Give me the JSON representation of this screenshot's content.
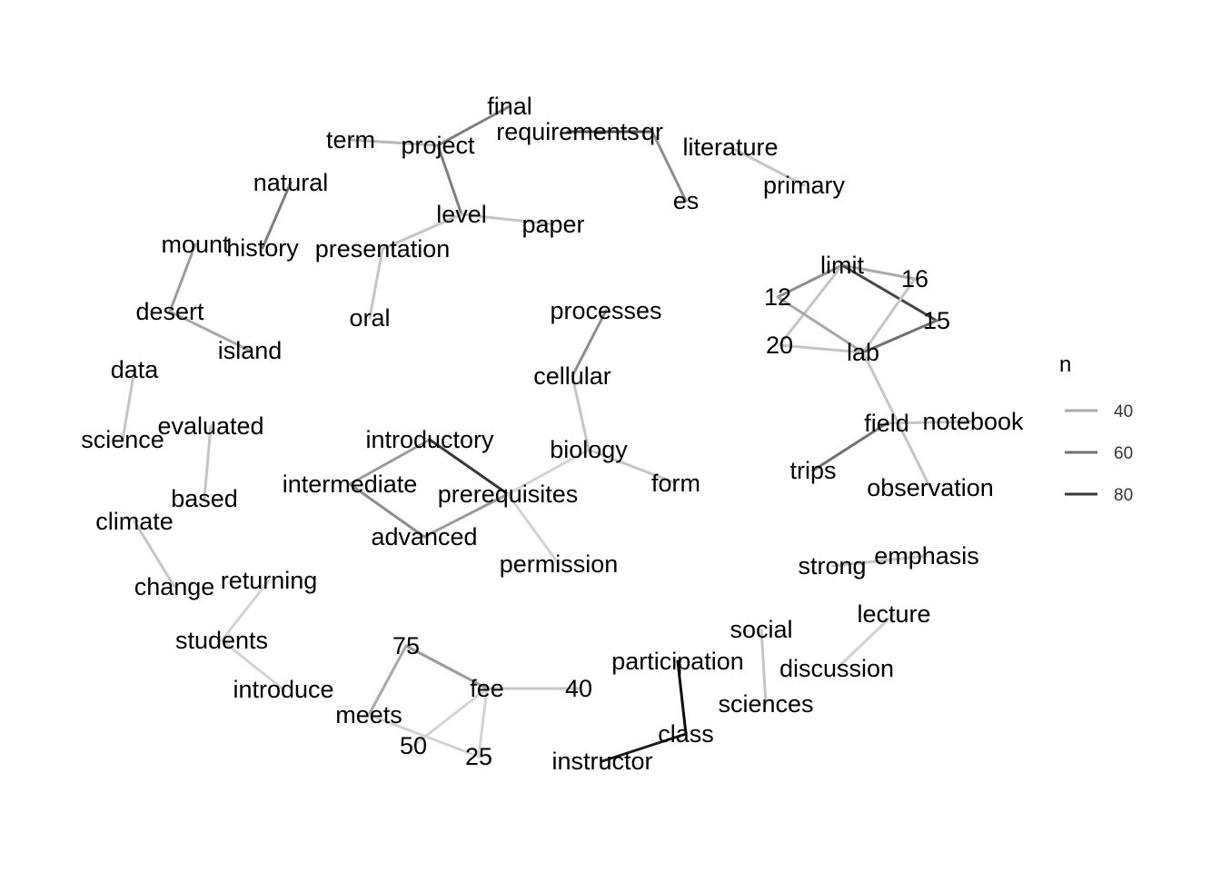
{
  "legend": {
    "title": "n",
    "items": [
      {
        "label": "40",
        "value": 40
      },
      {
        "label": "60",
        "value": 60
      },
      {
        "label": "80",
        "value": 80
      }
    ]
  },
  "colors": {
    "edge_light": "#d9d9d9",
    "edge_dark": "#000000",
    "text": "#000000",
    "background": "#ffffff"
  },
  "nodes": [
    {
      "id": "final",
      "label": "final"
    },
    {
      "id": "requirements",
      "label": "requirements"
    },
    {
      "id": "qr",
      "label": "qr"
    },
    {
      "id": "term",
      "label": "term"
    },
    {
      "id": "project",
      "label": "project"
    },
    {
      "id": "literature",
      "label": "literature"
    },
    {
      "id": "primary",
      "label": "primary"
    },
    {
      "id": "natural",
      "label": "natural"
    },
    {
      "id": "es",
      "label": "es"
    },
    {
      "id": "level",
      "label": "level"
    },
    {
      "id": "paper",
      "label": "paper"
    },
    {
      "id": "mount",
      "label": "mount"
    },
    {
      "id": "history",
      "label": "history"
    },
    {
      "id": "presentation",
      "label": "presentation"
    },
    {
      "id": "limit",
      "label": "limit"
    },
    {
      "id": "n16",
      "label": "16"
    },
    {
      "id": "n12",
      "label": "12"
    },
    {
      "id": "desert",
      "label": "desert"
    },
    {
      "id": "oral",
      "label": "oral"
    },
    {
      "id": "processes",
      "label": "processes"
    },
    {
      "id": "n15",
      "label": "15"
    },
    {
      "id": "n20",
      "label": "20"
    },
    {
      "id": "lab",
      "label": "lab"
    },
    {
      "id": "island",
      "label": "island"
    },
    {
      "id": "data",
      "label": "data"
    },
    {
      "id": "cellular",
      "label": "cellular"
    },
    {
      "id": "field",
      "label": "field"
    },
    {
      "id": "notebook",
      "label": "notebook"
    },
    {
      "id": "evaluated",
      "label": "evaluated"
    },
    {
      "id": "science",
      "label": "science"
    },
    {
      "id": "introductory",
      "label": "introductory"
    },
    {
      "id": "biology",
      "label": "biology"
    },
    {
      "id": "trips",
      "label": "trips"
    },
    {
      "id": "intermediate",
      "label": "intermediate"
    },
    {
      "id": "form",
      "label": "form"
    },
    {
      "id": "observation",
      "label": "observation"
    },
    {
      "id": "prerequisites",
      "label": "prerequisites"
    },
    {
      "id": "based",
      "label": "based"
    },
    {
      "id": "climate",
      "label": "climate"
    },
    {
      "id": "advanced",
      "label": "advanced"
    },
    {
      "id": "emphasis",
      "label": "emphasis"
    },
    {
      "id": "permission",
      "label": "permission"
    },
    {
      "id": "strong",
      "label": "strong"
    },
    {
      "id": "returning",
      "label": "returning"
    },
    {
      "id": "change",
      "label": "change"
    },
    {
      "id": "lecture",
      "label": "lecture"
    },
    {
      "id": "social",
      "label": "social"
    },
    {
      "id": "students",
      "label": "students"
    },
    {
      "id": "n75",
      "label": "75"
    },
    {
      "id": "participation",
      "label": "participation"
    },
    {
      "id": "discussion",
      "label": "discussion"
    },
    {
      "id": "fee",
      "label": "fee"
    },
    {
      "id": "n40",
      "label": "40"
    },
    {
      "id": "introduce",
      "label": "introduce"
    },
    {
      "id": "sciences",
      "label": "sciences"
    },
    {
      "id": "meets",
      "label": "meets"
    },
    {
      "id": "class",
      "label": "class"
    },
    {
      "id": "n50",
      "label": "50"
    },
    {
      "id": "n25",
      "label": "25"
    },
    {
      "id": "instructor",
      "label": "instructor"
    }
  ],
  "edges": [
    {
      "source": "final",
      "target": "project",
      "n": 55
    },
    {
      "source": "term",
      "target": "project",
      "n": 35
    },
    {
      "source": "project",
      "target": "level",
      "n": 55
    },
    {
      "source": "requirements",
      "target": "qr",
      "n": 70
    },
    {
      "source": "qr",
      "target": "es",
      "n": 50
    },
    {
      "source": "literature",
      "target": "primary",
      "n": 30
    },
    {
      "source": "level",
      "target": "paper",
      "n": 30
    },
    {
      "source": "level",
      "target": "presentation",
      "n": 30
    },
    {
      "source": "presentation",
      "target": "oral",
      "n": 30
    },
    {
      "source": "natural",
      "target": "history",
      "n": 55
    },
    {
      "source": "mount",
      "target": "desert",
      "n": 45
    },
    {
      "source": "desert",
      "target": "island",
      "n": 40
    },
    {
      "source": "limit",
      "target": "n12",
      "n": 50
    },
    {
      "source": "limit",
      "target": "n16",
      "n": 40
    },
    {
      "source": "limit",
      "target": "n15",
      "n": 75
    },
    {
      "source": "limit",
      "target": "n20",
      "n": 30
    },
    {
      "source": "n12",
      "target": "lab",
      "n": 40
    },
    {
      "source": "n20",
      "target": "lab",
      "n": 30
    },
    {
      "source": "n16",
      "target": "lab",
      "n": 30
    },
    {
      "source": "n15",
      "target": "lab",
      "n": 60
    },
    {
      "source": "lab",
      "target": "observation",
      "n": 30
    },
    {
      "source": "field",
      "target": "notebook",
      "n": 30
    },
    {
      "source": "field",
      "target": "trips",
      "n": 60
    },
    {
      "source": "processes",
      "target": "cellular",
      "n": 50
    },
    {
      "source": "cellular",
      "target": "biology",
      "n": 30
    },
    {
      "source": "biology",
      "target": "form",
      "n": 30
    },
    {
      "source": "biology",
      "target": "prerequisites",
      "n": 25
    },
    {
      "source": "introductory",
      "target": "intermediate",
      "n": 45
    },
    {
      "source": "introductory",
      "target": "prerequisites",
      "n": 80
    },
    {
      "source": "intermediate",
      "target": "advanced",
      "n": 50
    },
    {
      "source": "advanced",
      "target": "prerequisites",
      "n": 45
    },
    {
      "source": "prerequisites",
      "target": "permission",
      "n": 25
    },
    {
      "source": "data",
      "target": "science",
      "n": 30
    },
    {
      "source": "evaluated",
      "target": "based",
      "n": 30
    },
    {
      "source": "climate",
      "target": "change",
      "n": 30
    },
    {
      "source": "returning",
      "target": "students",
      "n": 25
    },
    {
      "source": "students",
      "target": "introduce",
      "n": 25
    },
    {
      "source": "strong",
      "target": "emphasis",
      "n": 30
    },
    {
      "source": "lecture",
      "target": "discussion",
      "n": 25
    },
    {
      "source": "social",
      "target": "sciences",
      "n": 30
    },
    {
      "source": "participation",
      "target": "class",
      "n": 95
    },
    {
      "source": "class",
      "target": "instructor",
      "n": 90
    },
    {
      "source": "n75",
      "target": "fee",
      "n": 45
    },
    {
      "source": "n75",
      "target": "meets",
      "n": 40
    },
    {
      "source": "fee",
      "target": "n40",
      "n": 30
    },
    {
      "source": "fee",
      "target": "n50",
      "n": 25
    },
    {
      "source": "fee",
      "target": "n25",
      "n": 25
    },
    {
      "source": "meets",
      "target": "n25",
      "n": 25
    }
  ]
}
